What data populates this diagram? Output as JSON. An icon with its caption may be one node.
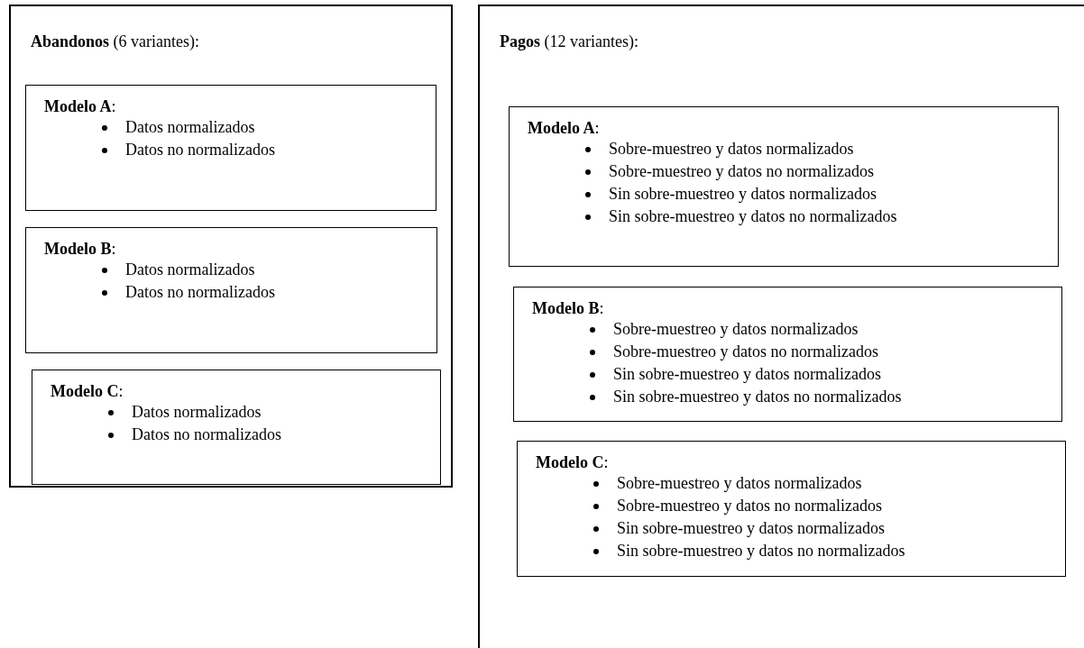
{
  "diagram": {
    "nodes": [
      {
        "text": [
          "**Abandonos** (6 variantes):"
        ]
      },
      {
        "text": [
          "**Modelo A**:",
          "Datos normalizados",
          "Datos no normalizados"
        ],
        "in": 0
      },
      {
        "text": [
          "**Modelo B**:",
          "Datos normalizados",
          "Datos no normalizados"
        ],
        "in": 0
      },
      {
        "text": [
          "**Modelo C**:",
          "Datos normalizados",
          "Datos no normalizados"
        ],
        "in": 0
      },
      {
        "text": [
          "**Pagos** (12 variantes):"
        ]
      },
      {
        "text": [
          "**Modelo A**:",
          "Sobre-muestreo y datos normalizados",
          "Sobre-muestreo y datos no normalizados",
          "Sin sobre-muestreo y datos normalizados",
          "Sin sobre-muestreo y datos no normalizados"
        ],
        "in": 4
      },
      {
        "text": [
          "**Modelo B**:",
          "Sobre-muestreo y datos normalizados",
          "Sobre-muestreo y datos no normalizados",
          "Sin sobre-muestreo y datos normalizados",
          "Sin sobre-muestreo y datos no normalizados"
        ],
        "in": 4
      },
      {
        "text": [
          "**Modelo C**:",
          "Sobre-muestreo y datos normalizados",
          "Sobre-muestreo y datos no normalizados",
          "Sin sobre-muestreo y datos normalizados",
          "Sin sobre-muestreo y datos no normalizados"
        ],
        "in": 4
      }
    ]
  }
}
